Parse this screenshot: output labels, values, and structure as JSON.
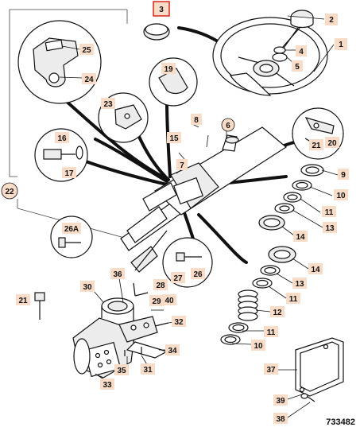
{
  "diagram": {
    "ref_number": "733482",
    "highlighted_callout": "3",
    "highlight_color": "#d9241c",
    "label_color": "#f9dcc8",
    "callouts": {
      "c1": "1",
      "c2": "2",
      "c3": "3",
      "c4": "4",
      "c5": "5",
      "c6": "6",
      "c7": "7",
      "c8": "8",
      "c9": "9",
      "c10a": "10",
      "c10b": "10",
      "c11a": "11",
      "c11b": "11",
      "c11c": "11",
      "c12": "12",
      "c13a": "13",
      "c13b": "13",
      "c14a": "14",
      "c14b": "14",
      "c15": "15",
      "c16": "16",
      "c17": "17",
      "c19": "19",
      "c20": "20",
      "c21a": "21",
      "c21b": "21",
      "c22": "22",
      "c23": "23",
      "c24": "24",
      "c25": "25",
      "c26a": "26A",
      "c26": "26",
      "c27": "27",
      "c28": "28",
      "c29": "29",
      "c30": "30",
      "c31": "31",
      "c32": "32",
      "c33": "33",
      "c34": "34",
      "c35": "35",
      "c36": "36",
      "c37": "37",
      "c38": "38",
      "c39": "39",
      "c40": "40"
    }
  }
}
